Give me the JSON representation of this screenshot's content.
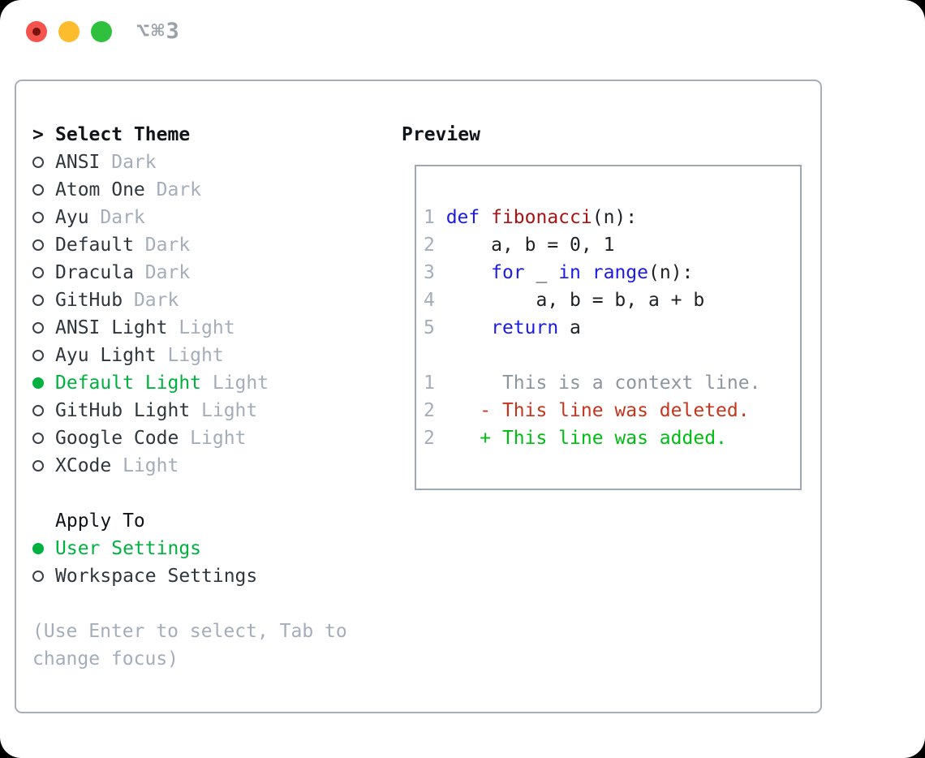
{
  "titlebar": {
    "shortcut": "⌥⌘3"
  },
  "theme_selector": {
    "header_marker": ">",
    "header": "Select Theme",
    "items": [
      {
        "name": "ANSI",
        "variant": "Dark",
        "selected": false
      },
      {
        "name": "Atom One",
        "variant": "Dark",
        "selected": false
      },
      {
        "name": "Ayu",
        "variant": "Dark",
        "selected": false
      },
      {
        "name": "Default",
        "variant": "Dark",
        "selected": false
      },
      {
        "name": "Dracula",
        "variant": "Dark",
        "selected": false
      },
      {
        "name": "GitHub",
        "variant": "Dark",
        "selected": false
      },
      {
        "name": "ANSI Light",
        "variant": "Light",
        "selected": false
      },
      {
        "name": "Ayu Light",
        "variant": "Light",
        "selected": false
      },
      {
        "name": "Default Light",
        "variant": "Light",
        "selected": true
      },
      {
        "name": "GitHub Light",
        "variant": "Light",
        "selected": false
      },
      {
        "name": "Google Code",
        "variant": "Light",
        "selected": false
      },
      {
        "name": "XCode",
        "variant": "Light",
        "selected": false
      }
    ]
  },
  "apply_to": {
    "header": "Apply To",
    "options": [
      {
        "label": "User Settings",
        "selected": true
      },
      {
        "label": "Workspace Settings",
        "selected": false
      }
    ]
  },
  "hint": "(Use Enter to select, Tab to change focus)",
  "preview": {
    "header": "Preview",
    "lines": [
      [
        {
          "t": "1 ",
          "c": "num"
        },
        {
          "t": "def ",
          "c": "kw"
        },
        {
          "t": "fibonacci",
          "c": "fn"
        },
        {
          "t": "(n):",
          "c": "plain"
        }
      ],
      [
        {
          "t": "2 ",
          "c": "num"
        },
        {
          "t": "    a, b = 0, 1",
          "c": "plain"
        }
      ],
      [
        {
          "t": "3 ",
          "c": "num"
        },
        {
          "t": "    ",
          "c": "plain"
        },
        {
          "t": "for",
          "c": "kw"
        },
        {
          "t": " _ ",
          "c": "plain"
        },
        {
          "t": "in",
          "c": "kw"
        },
        {
          "t": " ",
          "c": "plain"
        },
        {
          "t": "range",
          "c": "kw"
        },
        {
          "t": "(n):",
          "c": "plain"
        }
      ],
      [
        {
          "t": "4 ",
          "c": "num"
        },
        {
          "t": "        a, b = b, a + b",
          "c": "plain"
        }
      ],
      [
        {
          "t": "5 ",
          "c": "num"
        },
        {
          "t": "    ",
          "c": "plain"
        },
        {
          "t": "return",
          "c": "kw"
        },
        {
          "t": " a",
          "c": "plain"
        }
      ],
      [],
      [
        {
          "t": "1",
          "c": "num"
        },
        {
          "t": "      This is a context line.",
          "c": "ctx"
        }
      ],
      [
        {
          "t": "2",
          "c": "num"
        },
        {
          "t": "    - This line was deleted.",
          "c": "del"
        }
      ],
      [
        {
          "t": "2",
          "c": "num"
        },
        {
          "t": "    + This line was added.",
          "c": "add"
        }
      ]
    ]
  },
  "colors": {
    "traffic_red": "#f4534e",
    "traffic_red_dot": "#771410",
    "traffic_yellow": "#fcbc2e",
    "traffic_green": "#2fc13e",
    "titlebar_gray": "#9aa1a8",
    "border": "#a8aeb9",
    "border_preview": "#9fa7b2",
    "black": "#111418",
    "text_dark": "#30363d",
    "gray_light": "#a4adb9",
    "gray_mid": "#8d959f",
    "circle_outline": "#3c424a",
    "green_select": "#00b140",
    "green_add": "#00bd12",
    "red_del": "#c5351d",
    "blue": "#1b1be8",
    "dark_red": "#a81414",
    "code_black": "#1e2124"
  }
}
